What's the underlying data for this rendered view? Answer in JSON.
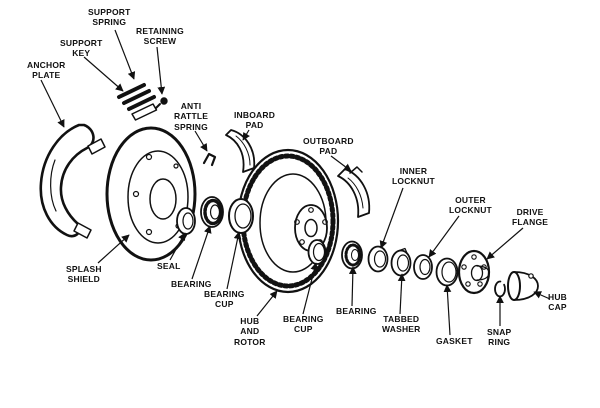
{
  "diagram": {
    "type": "exploded-parts-diagram",
    "subject": "front disc brake hub and rotor assembly",
    "background": "#ffffff",
    "line_color": "#111111",
    "labels": {
      "support_spring": "SUPPORT\nSPRING",
      "support_key": "SUPPORT\nKEY",
      "retaining_screw": "RETAINING\nSCREW",
      "anchor_plate": "ANCHOR\nPLATE",
      "anti_rattle_spring": "ANTI\nRATTLE\nSPRING",
      "inboard_pad": "INBOARD\nPAD",
      "outboard_pad": "OUTBOARD\nPAD",
      "inner_locknut": "INNER\nLOCKNUT",
      "outer_locknut": "OUTER\nLOCKNUT",
      "drive_flange": "DRIVE\nFLANGE",
      "splash_shield": "SPLASH\nSHIELD",
      "seal": "SEAL",
      "bearing_inner": "BEARING",
      "bearing_cup_inner": "BEARING\nCUP",
      "hub_and_rotor": "HUB\nAND\nROTOR",
      "bearing_cup_outer": "BEARING\nCUP",
      "bearing_outer": "BEARING",
      "tabbed_washer": "TABBED\nWASHER",
      "gasket": "GASKET",
      "snap_ring": "SNAP\nRING",
      "hub_cap": "HUB\nCAP"
    }
  }
}
